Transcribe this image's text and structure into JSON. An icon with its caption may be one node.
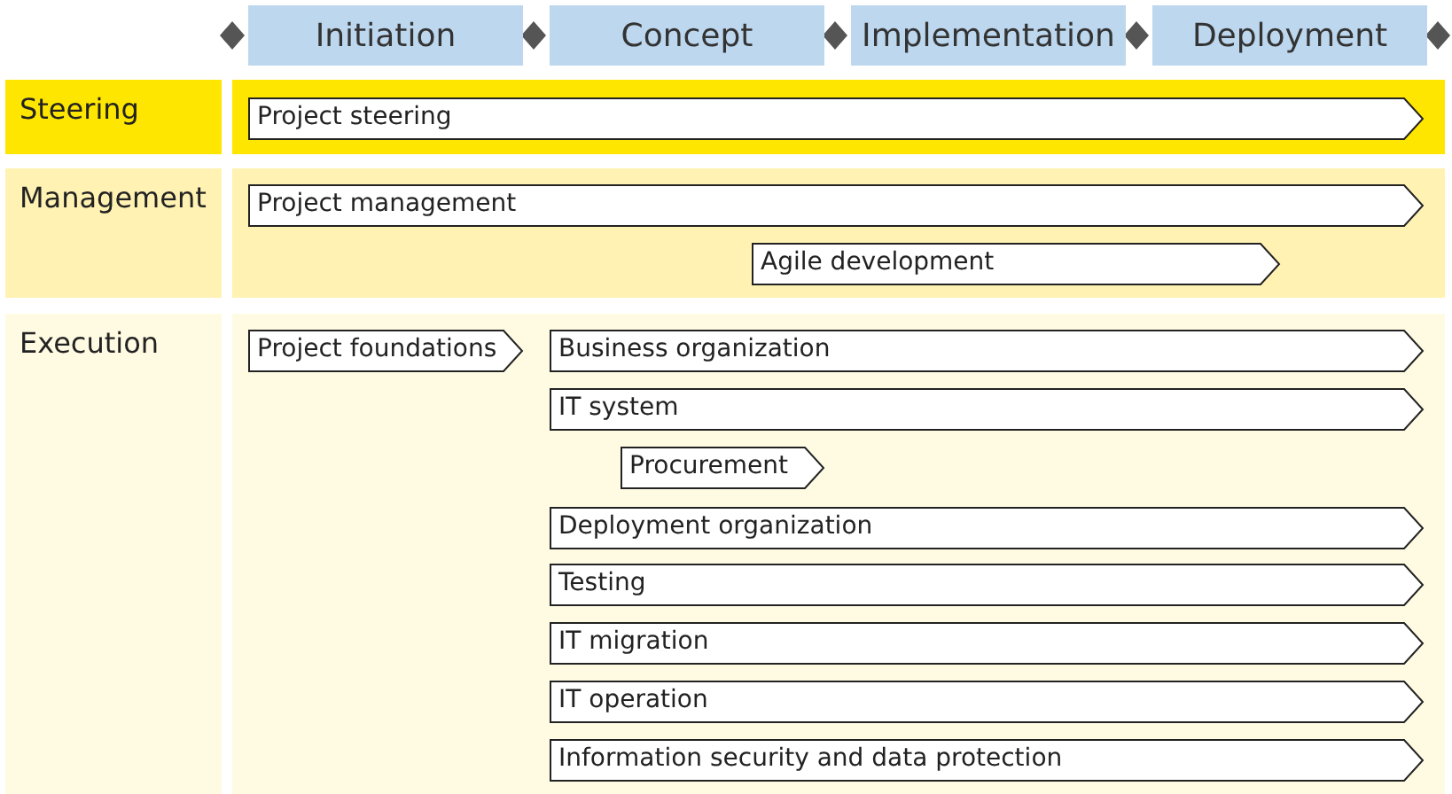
{
  "diagram": {
    "nodes": [
      {
        "text": [
          "Initiation"
        ]
      },
      {
        "text": [
          "Concept"
        ]
      },
      {
        "text": [
          "Implementation"
        ]
      },
      {
        "text": [
          "Deployment"
        ]
      },
      {
        "text": [
          "Steering"
        ]
      },
      {
        "text": [],
        "shape": "box"
      },
      {
        "text": [
          "Project steering"
        ],
        "in": 5
      },
      {
        "text": [
          "Management"
        ]
      },
      {
        "text": [],
        "shape": "box"
      },
      {
        "text": [
          "Project management"
        ],
        "in": 8
      },
      {
        "text": [
          "Agile development"
        ],
        "in": 8
      },
      {
        "text": [
          "Execution"
        ]
      },
      {
        "text": [],
        "shape": "box"
      },
      {
        "text": [
          "Project foundations"
        ],
        "in": 12
      },
      {
        "text": [
          "Business organization"
        ],
        "in": 12
      },
      {
        "text": [
          "IT system"
        ],
        "in": 12
      },
      {
        "text": [
          "Procurement"
        ],
        "in": 12
      },
      {
        "text": [
          "Deployment organization"
        ],
        "in": 12
      },
      {
        "text": [
          "Testing"
        ],
        "in": 12
      },
      {
        "text": [
          "IT migration"
        ],
        "in": 12
      },
      {
        "text": [
          "IT operation"
        ],
        "in": 12
      },
      {
        "text": [
          "Information security and data protection"
        ],
        "in": 12
      }
    ],
    "edges": []
  }
}
